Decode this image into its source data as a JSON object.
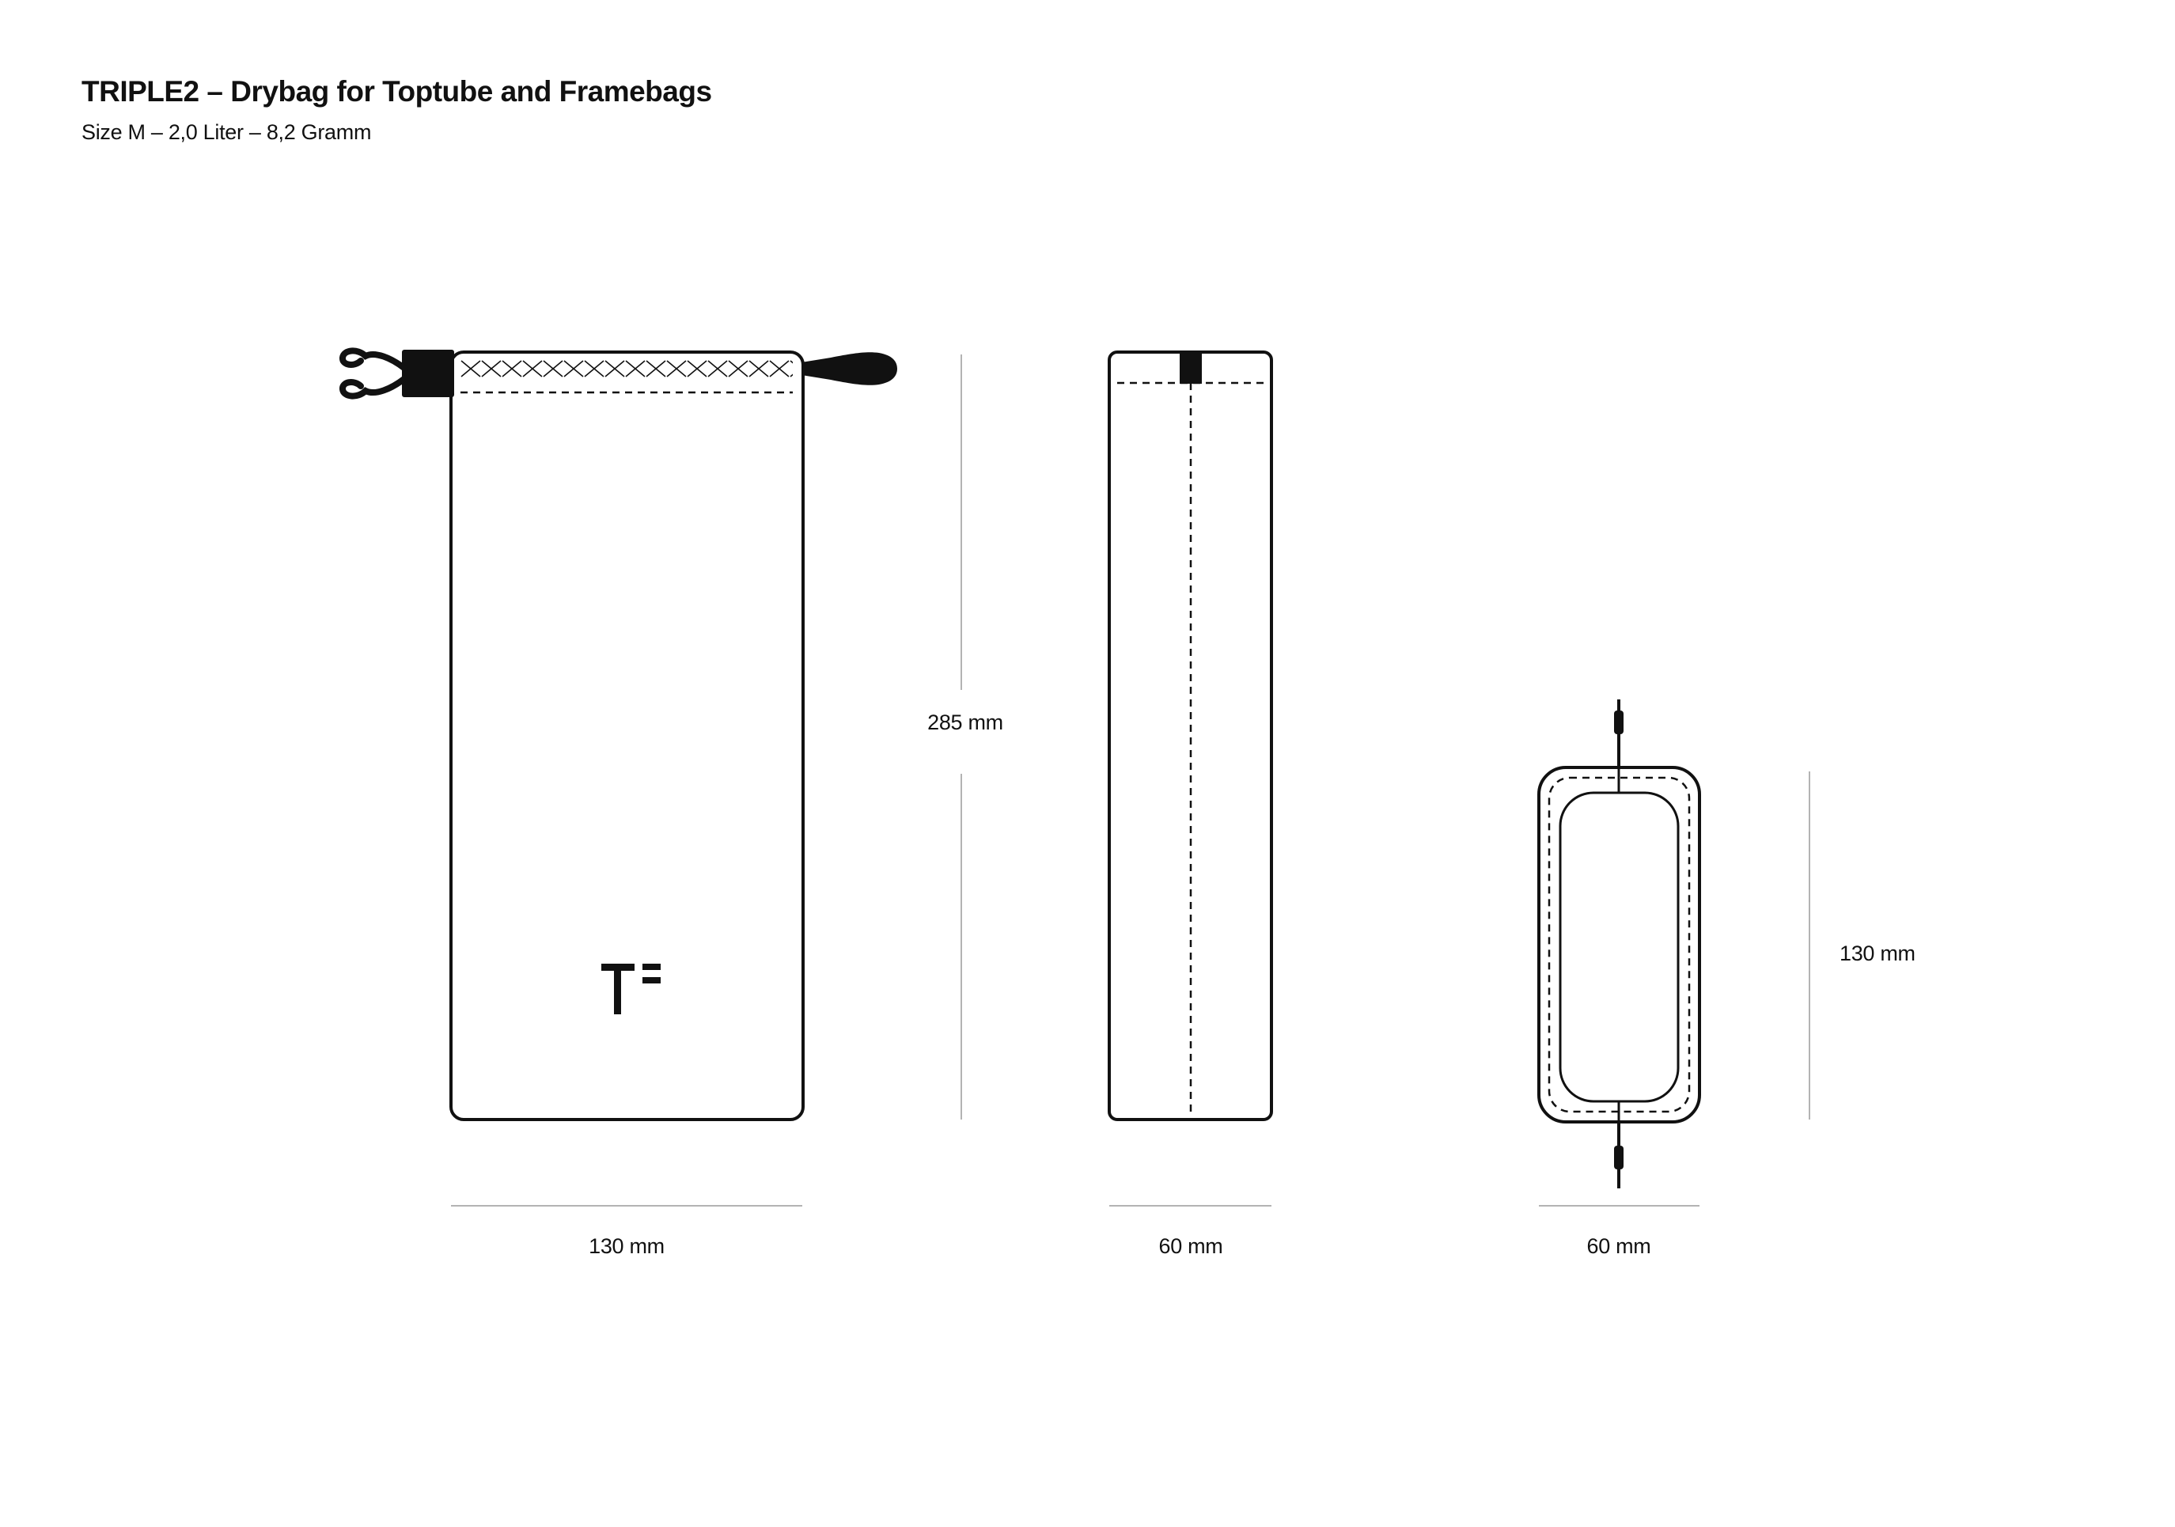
{
  "page": {
    "title": "TRIPLE2 – Drybag for Toptube and Framebags",
    "subtitle": "Size M – 2,0 Liter – 8,2 Gramm"
  },
  "dimensions": {
    "front_width": "130 mm",
    "height": "285 mm",
    "side_width": "60 mm",
    "top_width": "60 mm",
    "top_height": "130 mm"
  },
  "colors": {
    "ink": "#111111",
    "dimension_line": "#b3b3b3",
    "background": "#ffffff"
  },
  "icons": {
    "logo": "triple2-logo",
    "buckle": "buckle-icon",
    "hooks": "cord-hook-icon",
    "clip": "rolltop-clip-icon"
  }
}
